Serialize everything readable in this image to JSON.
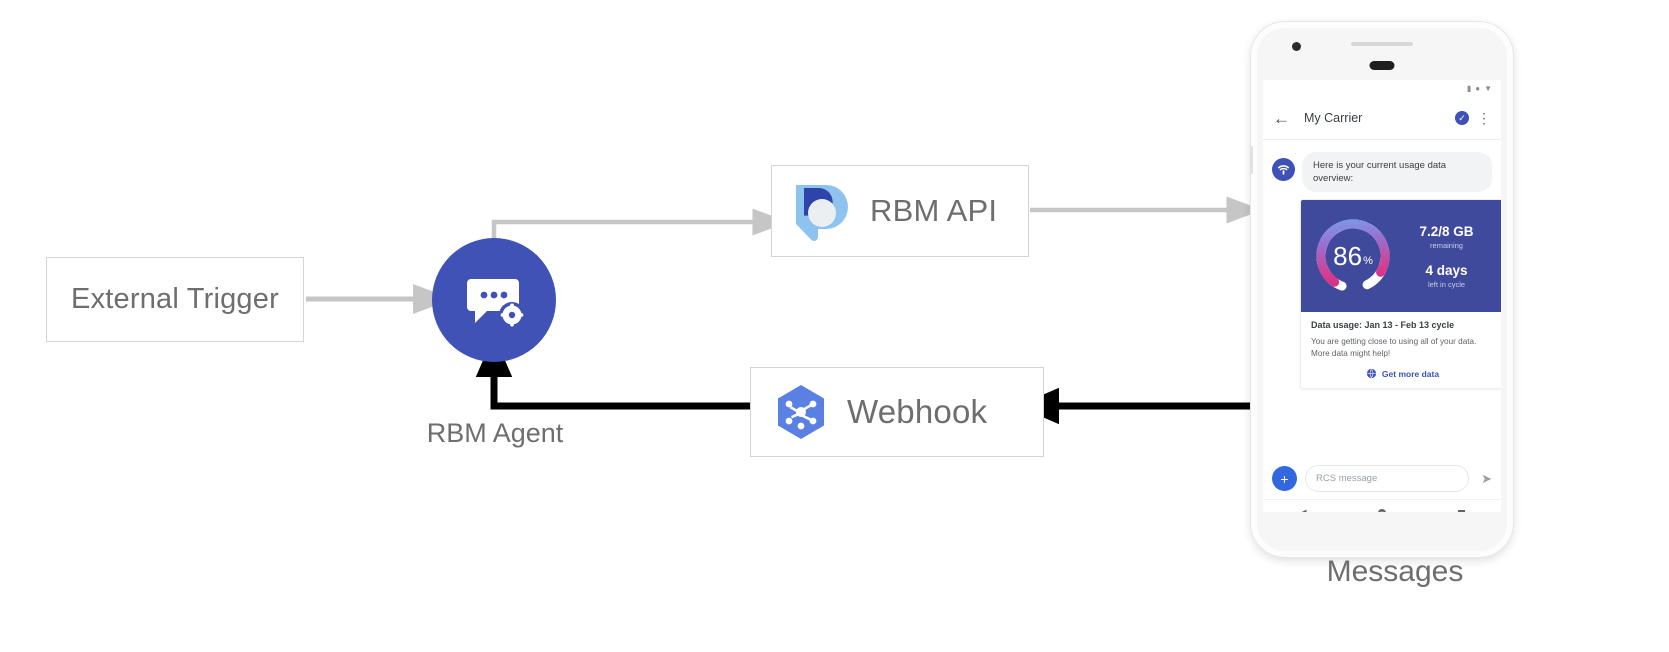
{
  "diagram": {
    "nodes": {
      "external_trigger": {
        "label": "External Trigger"
      },
      "rbm_agent": {
        "label": "RBM Agent",
        "icon": "chat-gear-icon",
        "color": "#4052b5"
      },
      "rbm_api": {
        "label": "RBM API",
        "icon": "rbm-droplet-icon"
      },
      "webhook": {
        "label": "Webhook",
        "icon": "webhook-hexagon-icon",
        "color": "#5b80e4"
      },
      "messages": {
        "label": "Messages"
      }
    },
    "colors": {
      "connector_light": "#c6c6c6",
      "connector_dark": "#000000",
      "node_border": "#d4d4d4",
      "label_text": "#6e6e6e"
    }
  },
  "phone": {
    "status_bar": {
      "glyphs": [
        "signal-icon",
        "wifi-dot-icon",
        "battery-icon"
      ]
    },
    "app_bar": {
      "back_icon": "back-arrow-icon",
      "title": "My Carrier",
      "verified_icon": "verified-badge-icon",
      "verified_glyph": "✓",
      "overflow_icon": "overflow-menu-icon",
      "overflow_glyph": "⋮"
    },
    "conversation": {
      "bot_avatar_icon": "wifi-signal-avatar-icon",
      "bot_message": "Here is your current usage data overview:"
    },
    "rich_card": {
      "gauge": {
        "value": "86",
        "unit": "%",
        "percent": 86,
        "gradient": [
          "#6fa8f0",
          "#9a6fd0",
          "#d63c8f",
          "#e01f7a"
        ],
        "track_color": "#ffffff",
        "background": "#3f4a9c"
      },
      "stats": [
        {
          "primary": "7.2/8 GB",
          "secondary": "remaining"
        },
        {
          "primary": "4 days",
          "secondary": "left in cycle"
        }
      ],
      "title": "Data usage: Jan 13 - Feb 13 cycle",
      "description": "You are getting close to using all of your data. More data might help!",
      "action": {
        "label": "Get more data",
        "icon": "globe-icon",
        "color": "#3f51b5"
      }
    },
    "composer": {
      "add_icon": "plus-icon",
      "add_glyph": "+",
      "placeholder": "RCS message",
      "value": "",
      "send_icon": "send-icon",
      "send_glyph": "➤"
    },
    "nav_bar": {
      "back_icon": "nav-back-icon",
      "back_glyph": "◀",
      "home_icon": "nav-home-icon",
      "recents_icon": "nav-recents-icon"
    }
  }
}
